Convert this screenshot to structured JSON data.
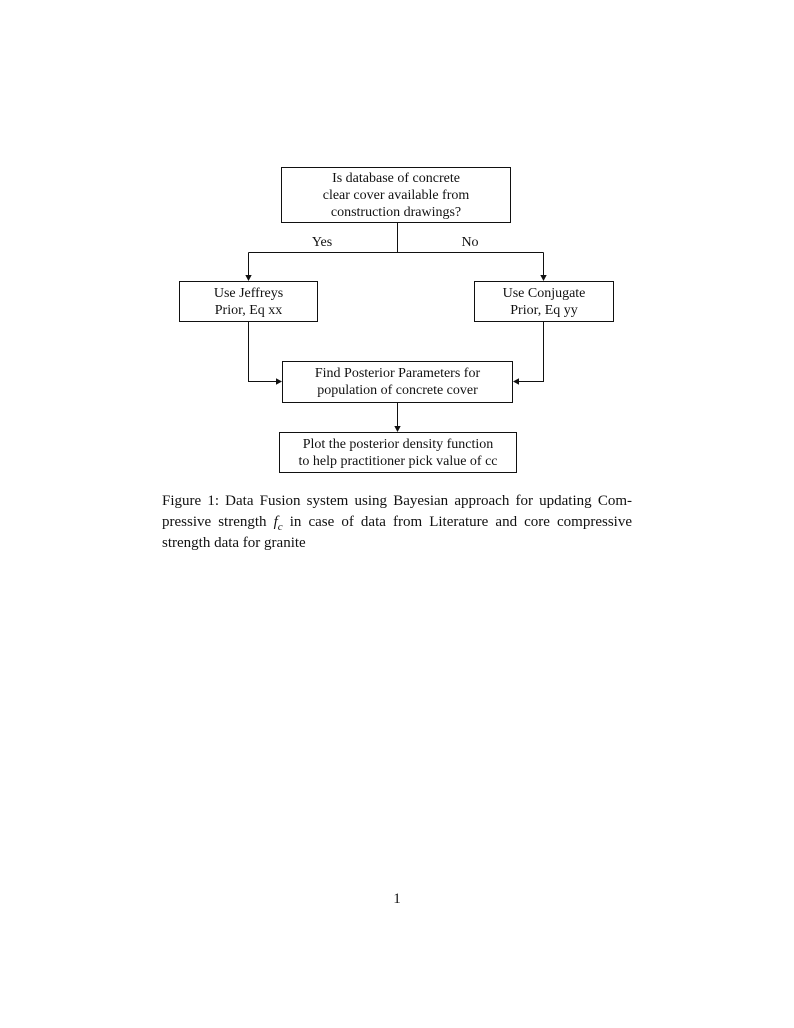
{
  "page": {
    "number": "1",
    "background_color": "#ffffff",
    "ink_color": "#111111"
  },
  "flowchart": {
    "decision": {
      "lines": [
        "Is database of concrete",
        "clear cover available from",
        "construction drawings?"
      ]
    },
    "branch_yes_label": "Yes",
    "branch_no_label": "No",
    "jeffreys": {
      "lines": [
        "Use Jeffreys",
        "Prior, Eq xx"
      ]
    },
    "conjugate": {
      "lines": [
        "Use Conjugate",
        "Prior, Eq yy"
      ]
    },
    "posterior": {
      "lines": [
        "Find Posterior Parameters for",
        "population of concrete cover"
      ]
    },
    "plot": {
      "lines": [
        "Plot the posterior density function",
        "to help practitioner pick value of cc"
      ]
    }
  },
  "caption": {
    "line1": "Figure 1: Data Fusion system using Bayesian approach for updating Com-",
    "line2_pre": "pressive strength ",
    "math_var": "f",
    "math_sub": "c",
    "line2_post": " in case of data from Literature and core compressive",
    "line3": "strength data for granite"
  }
}
